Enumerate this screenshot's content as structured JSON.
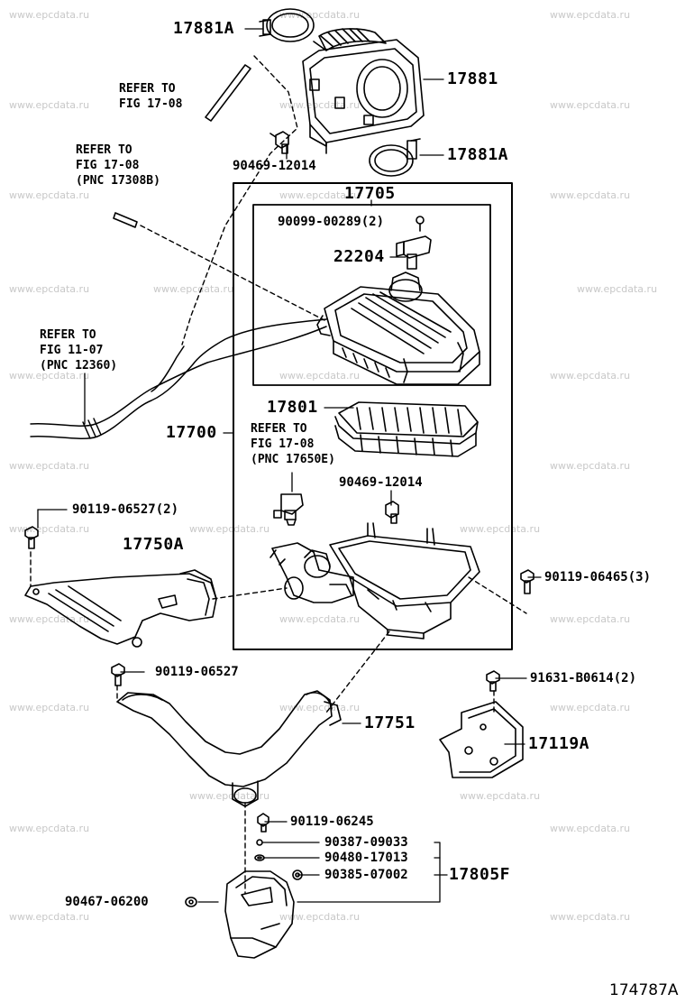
{
  "watermark": "www.epcdata.ru",
  "diagram_code": "174787A",
  "parts": {
    "p17881A_top": "17881A",
    "p17881": "17881",
    "p17881A_bottom": "17881A",
    "p90469_top": "90469-12014",
    "p17705": "17705",
    "p90099": "90099-00289(2)",
    "p22204": "22204",
    "p17801": "17801",
    "p17700": "17700",
    "p90469_mid": "90469-12014",
    "p90119_06527_2": "90119-06527(2)",
    "p17750A": "17750A",
    "p90119_06465": "90119-06465(3)",
    "p90119_06527": "90119-06527",
    "p91631": "91631-B0614(2)",
    "p17751": "17751",
    "p17119A": "17119A",
    "p90119_06245": "90119-06245",
    "p90387": "90387-09033",
    "p90480": "90480-17013",
    "p90385": "90385-07002",
    "p17805F": "17805F",
    "p90467": "90467-06200"
  },
  "refs": {
    "r1": {
      "line1": "REFER TO",
      "line2": "FIG 17-08"
    },
    "r2": {
      "line1": "REFER TO",
      "line2": "FIG 17-08",
      "line3": "(PNC 17308B)"
    },
    "r3": {
      "line1": "REFER TO",
      "line2": "FIG 11-07",
      "line3": "(PNC 12360)"
    },
    "r4": {
      "line1": "REFER TO",
      "line2": "FIG 17-08",
      "line3": "(PNC 17650E)"
    }
  }
}
